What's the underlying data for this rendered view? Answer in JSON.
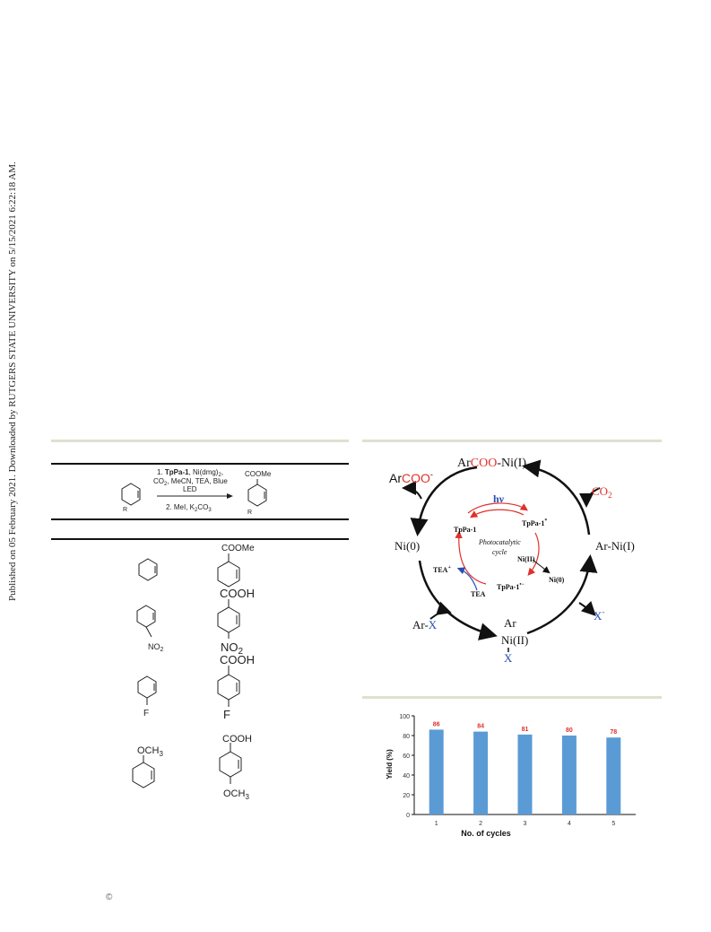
{
  "watermark": "Published on 05 February 2021. Downloaded by RUTGERS STATE UNIVERSITY on 5/15/2021 6:22:18 AM.",
  "copyright": "©",
  "reaction_scheme": {
    "line1_prefix": "1. ",
    "line1_bold": "TpPa-1",
    "line1_suffix": ", Ni(dmg)",
    "line1_sub": "2",
    "line1_end": ",",
    "line2_a": "CO",
    "line2_sub": "2",
    "line2_b": ", MeCN, TEA, Blue",
    "line3": "LED",
    "line4_a": "2. MeI, K",
    "line4_sub1": "2",
    "line4_b": "CO",
    "line4_sub2": "3",
    "product_label": "COOMe",
    "r_label": "R"
  },
  "substrates": [
    {
      "sub": "",
      "product": "COOMe",
      "product_sub": ""
    },
    {
      "sub": "NO",
      "sub_sub": "2",
      "product": "COOH",
      "product_sub": "NO",
      "product_sub_sub": "2"
    },
    {
      "sub": "F",
      "product": "COOH",
      "product_sub": "F"
    },
    {
      "sub_a": "OCH",
      "sub_b": "3",
      "product": "COOH",
      "product_sub_a": "OCH",
      "product_sub_b": "3"
    }
  ],
  "mechanism": {
    "top_a": "Ar",
    "top_b": "COO",
    "top_c": "-Ni(I)",
    "artcoo_a": "Ar",
    "artcoo_b": "COO",
    "artcoo_sup": "-",
    "co2_a": "CO",
    "co2_sub": "2",
    "ni0": "Ni(0)",
    "arni1": "Ar-Ni(I)",
    "arx_a": "Ar-",
    "arx_b": "X",
    "xminus": "X",
    "xminus_sup": "-",
    "ar": "Ar",
    "ni2": "Ni(II)",
    "x": "X",
    "hv": "hν",
    "tppa1": "TpPa-1",
    "tppa1_star": "TpPa-1",
    "star": "*",
    "photo1": "Photocatalytic",
    "photo2": "cycle",
    "ni2_inner": "Ni(II)",
    "ni0_inner": "Ni(0)",
    "tea_plus": "TEA",
    "plus": "+",
    "tea": "TEA",
    "tppa1_rad": "TpPa-1",
    "rad": "•−",
    "colors": {
      "red": "#e0312b",
      "blue": "#2b4fb3",
      "black": "#111111"
    }
  },
  "chart_data": {
    "type": "bar",
    "categories": [
      "1",
      "2",
      "3",
      "4",
      "5"
    ],
    "values": [
      86,
      84,
      81,
      80,
      78
    ],
    "xlabel": "No. of cycles",
    "ylabel": "Yield (%)",
    "ylim": [
      0,
      100
    ],
    "yticks": [
      "0",
      "20",
      "40",
      "60",
      "80",
      "100"
    ],
    "bar_color": "#5b9bd5",
    "label_color": "#e0312b"
  }
}
